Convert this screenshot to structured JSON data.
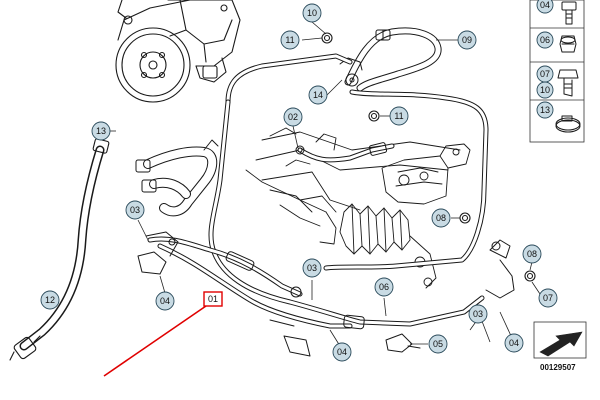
{
  "diagram": {
    "reference_number": "00129507",
    "highlighted_label": "01",
    "highlight_color": "#e00000",
    "callout_fill": "#c9dbe4",
    "callouts": [
      {
        "id": "c10a",
        "label": "10"
      },
      {
        "id": "c11a",
        "label": "11"
      },
      {
        "id": "c09",
        "label": "09"
      },
      {
        "id": "c14",
        "label": "14"
      },
      {
        "id": "c02",
        "label": "02"
      },
      {
        "id": "c11b",
        "label": "11"
      },
      {
        "id": "c13",
        "label": "13"
      },
      {
        "id": "c03a",
        "label": "03"
      },
      {
        "id": "c04a",
        "label": "04"
      },
      {
        "id": "c12",
        "label": "12"
      },
      {
        "id": "c03b",
        "label": "03"
      },
      {
        "id": "c06",
        "label": "06"
      },
      {
        "id": "c05",
        "label": "05"
      },
      {
        "id": "c04b",
        "label": "04"
      },
      {
        "id": "c08a",
        "label": "08"
      },
      {
        "id": "c08b",
        "label": "08"
      },
      {
        "id": "c07",
        "label": "07"
      },
      {
        "id": "c03c",
        "label": "03"
      },
      {
        "id": "c04c",
        "label": "04"
      }
    ],
    "legend_items": [
      {
        "id": "l04",
        "label": "04"
      },
      {
        "id": "l06",
        "label": "06"
      },
      {
        "id": "l07",
        "label": "07"
      },
      {
        "id": "l10",
        "label": "10"
      },
      {
        "id": "l13",
        "label": "13"
      }
    ]
  }
}
